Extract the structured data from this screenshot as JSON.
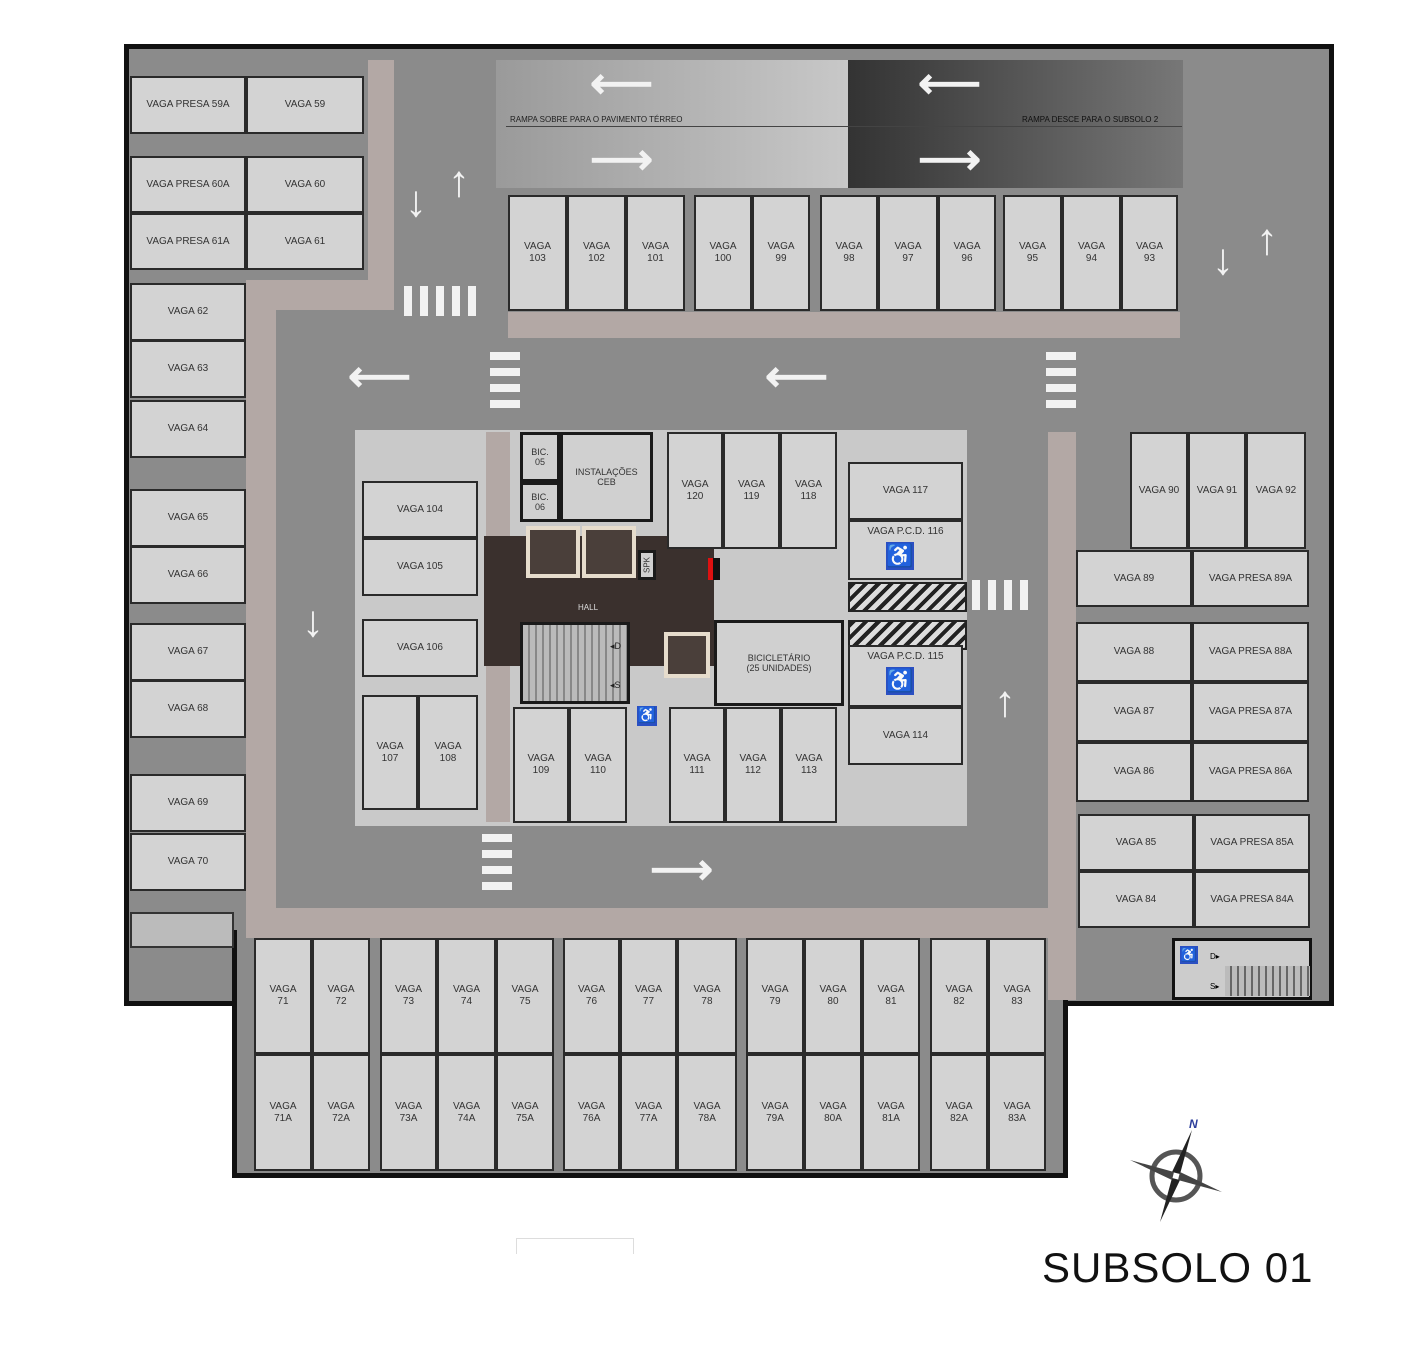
{
  "title": "SUBSOLO 01",
  "ramps": {
    "up": "RAMPA SOBRE PARA O PAVIMENTO TÉRREO",
    "down": "RAMPA DESCE PARA O SUBSOLO 2"
  },
  "stalls": [
    "VAGA PRESA 59A",
    "VAGA 59",
    "VAGA PRESA 60A",
    "VAGA 60",
    "VAGA PRESA 61A",
    "VAGA 61",
    "VAGA 62",
    "VAGA 63",
    "VAGA 64",
    "VAGA 65",
    "VAGA 66",
    "VAGA 67",
    "VAGA 68",
    "VAGA 69",
    "VAGA 70",
    "VAGA\n103",
    "VAGA\n102",
    "VAGA\n101",
    "VAGA\n100",
    "VAGA\n99",
    "VAGA\n98",
    "VAGA\n97",
    "VAGA\n96",
    "VAGA\n95",
    "VAGA\n94",
    "VAGA\n93",
    "VAGA 104",
    "VAGA 105",
    "VAGA 106",
    "VAGA\n107",
    "VAGA\n108",
    "VAGA\n120",
    "VAGA\n119",
    "VAGA\n118",
    "VAGA 117",
    "VAGA P.C.D. 116",
    "VAGA P.C.D. 115",
    "VAGA 114",
    "VAGA\n109",
    "VAGA\n110",
    "VAGA\n111",
    "VAGA\n112",
    "VAGA\n113",
    "VAGA 90",
    "VAGA 91",
    "VAGA 92",
    "VAGA 89",
    "VAGA PRESA 89A",
    "VAGA 88",
    "VAGA PRESA 88A",
    "VAGA 87",
    "VAGA PRESA 87A",
    "VAGA 86",
    "VAGA PRESA 86A",
    "VAGA 85",
    "VAGA PRESA 85A",
    "VAGA 84",
    "VAGA PRESA 84A",
    "VAGA\n71",
    "VAGA\n72",
    "VAGA\n73",
    "VAGA\n74",
    "VAGA\n75",
    "VAGA\n76",
    "VAGA\n77",
    "VAGA\n78",
    "VAGA\n79",
    "VAGA\n80",
    "VAGA\n81",
    "VAGA\n82",
    "VAGA\n83",
    "VAGA\n71A",
    "VAGA\n72A",
    "VAGA\n73A",
    "VAGA\n74A",
    "VAGA\n75A",
    "VAGA\n76A",
    "VAGA\n77A",
    "VAGA\n78A",
    "VAGA\n79A",
    "VAGA\n80A",
    "VAGA\n81A",
    "VAGA\n82A",
    "VAGA\n83A"
  ],
  "core": {
    "bic05": "BIC.\n05",
    "bic06": "BIC.\n06",
    "ceb": "INSTALAÇÕES\nCEB",
    "spk": "SPK",
    "hall": "HALL",
    "down": "◂D",
    "up": "◂S",
    "bike": "BICICLETÁRIO\n(25 UNIDADES)"
  },
  "stairs_right": {
    "down": "D▸",
    "up": "S▸"
  },
  "compass": "N",
  "colors": {
    "road": "#8b8b8b",
    "stall": "#d3d3d3",
    "walkway": "#b3a8a5",
    "hall": "#3a302d",
    "accessible": "#2a4fc2"
  }
}
